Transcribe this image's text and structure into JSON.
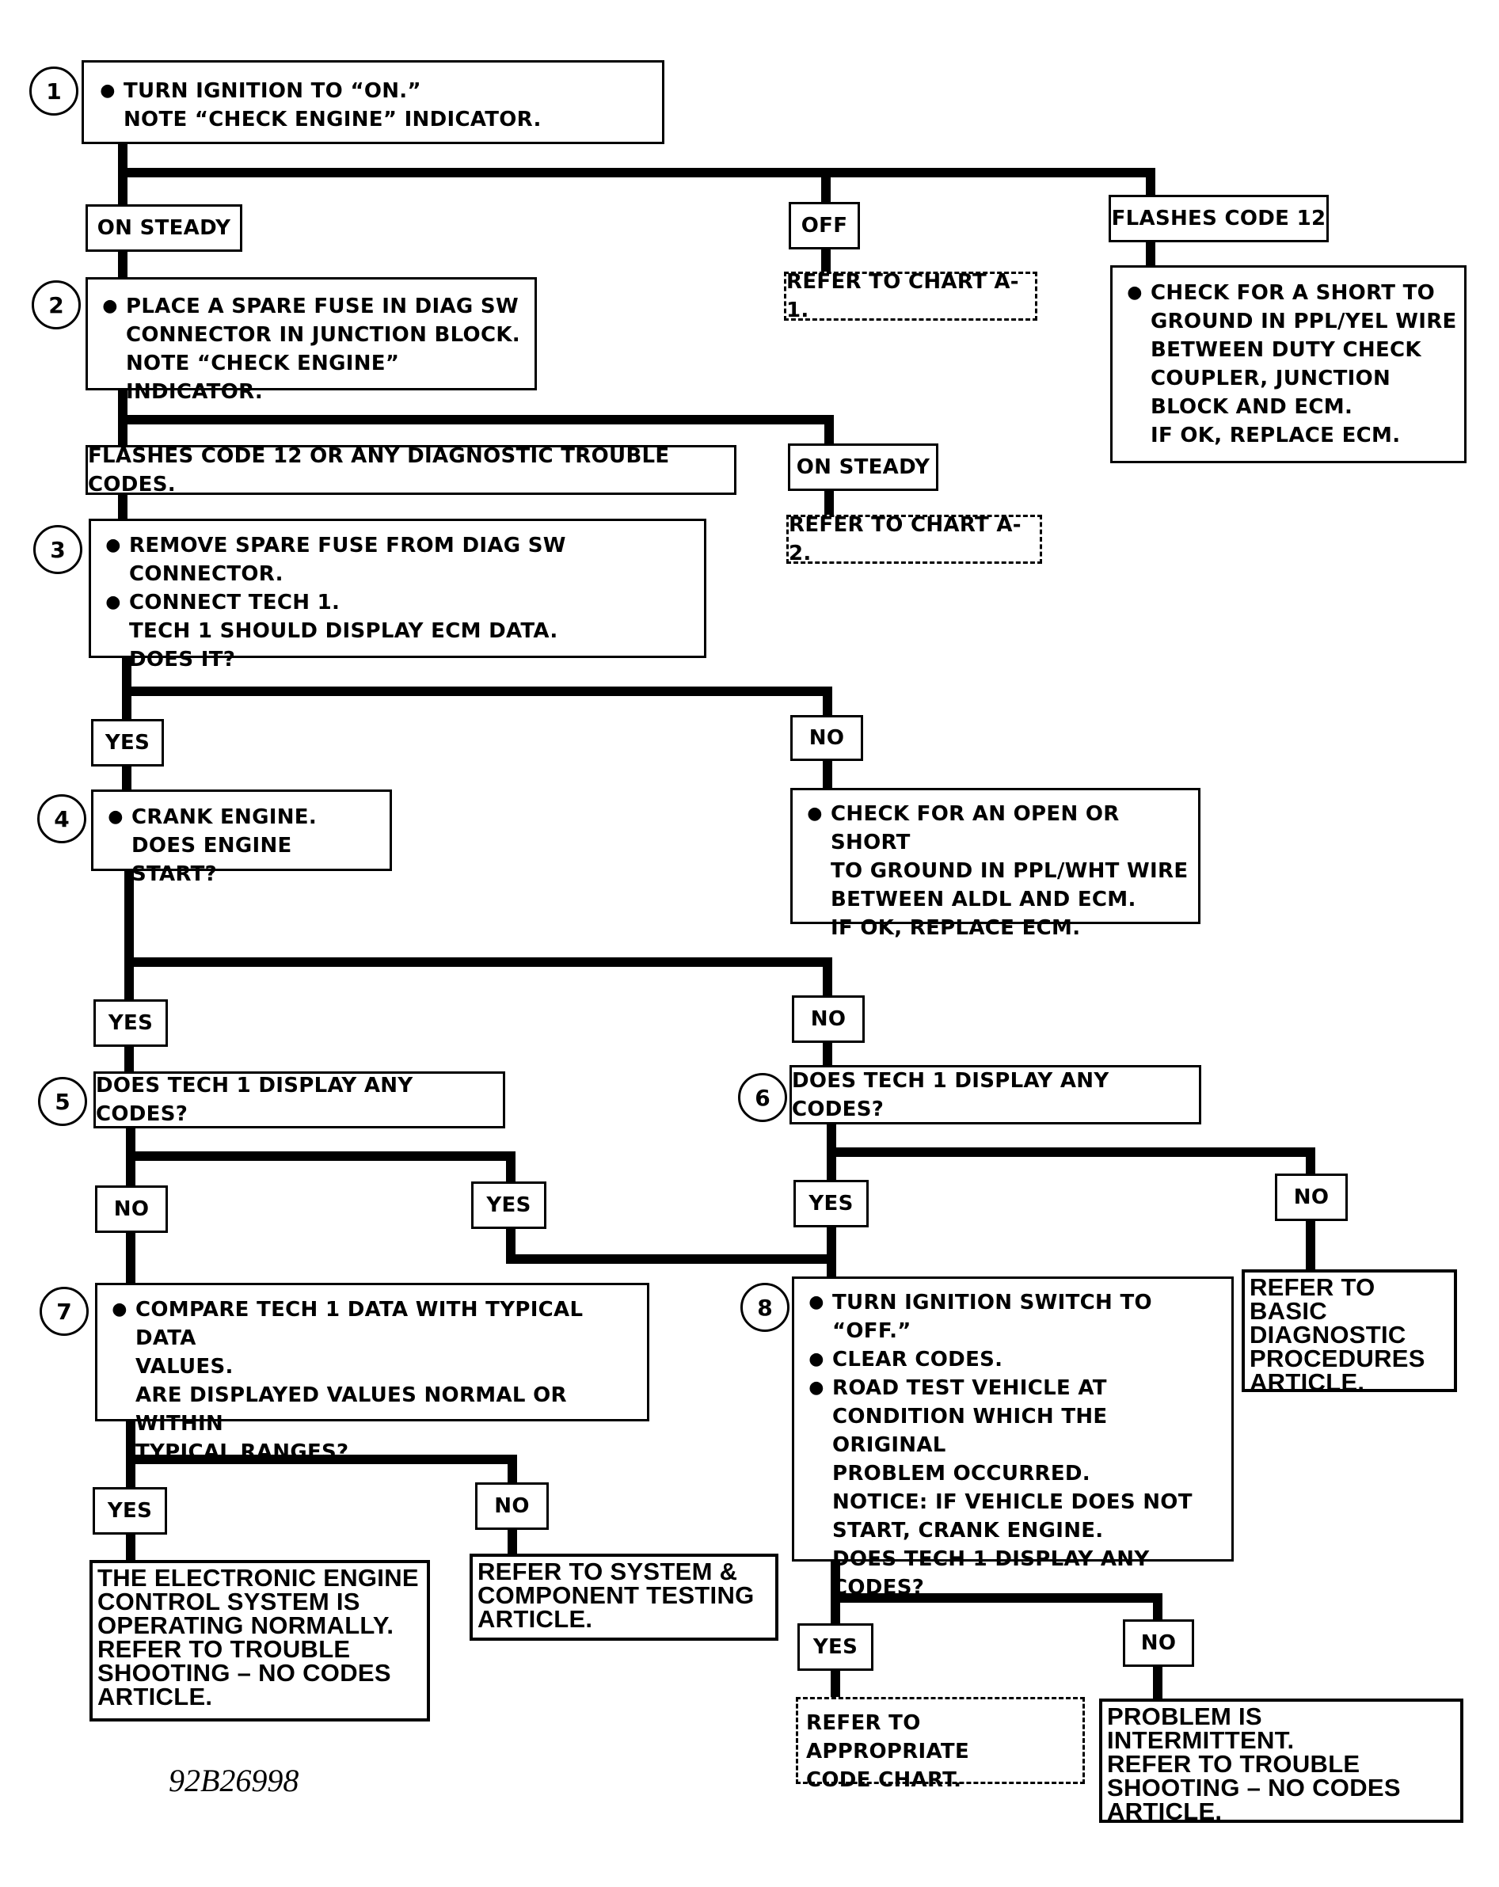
{
  "steps": {
    "s1": {
      "number": "1",
      "lines": [
        "TURN IGNITION TO “ON.”",
        "NOTE “CHECK ENGINE” INDICATOR."
      ]
    },
    "s2": {
      "number": "2",
      "lines": [
        "PLACE A SPARE FUSE IN DIAG SW",
        "CONNECTOR IN JUNCTION BLOCK.",
        "NOTE “CHECK ENGINE” INDICATOR."
      ]
    },
    "s3": {
      "number": "3",
      "items": [
        "REMOVE SPARE FUSE FROM DIAG SW CONNECTOR.",
        "CONNECT TECH 1."
      ],
      "lines": [
        "TECH 1 SHOULD DISPLAY ECM DATA.",
        "DOES IT?"
      ]
    },
    "s4": {
      "number": "4",
      "lines": [
        "CRANK ENGINE.",
        "DOES ENGINE START?"
      ]
    },
    "s5": {
      "number": "5",
      "text": "DOES TECH 1 DISPLAY ANY CODES?"
    },
    "s6": {
      "number": "6",
      "text": "DOES TECH 1 DISPLAY ANY CODES?"
    },
    "s7": {
      "number": "7",
      "lines": [
        "COMPARE TECH 1 DATA WITH TYPICAL DATA",
        "VALUES.",
        "ARE DISPLAYED VALUES NORMAL OR WITHIN",
        "TYPICAL RANGES?"
      ]
    },
    "s8": {
      "number": "8",
      "items": [
        "TURN IGNITION SWITCH TO “OFF.”",
        "CLEAR CODES.",
        "ROAD TEST VEHICLE AT"
      ],
      "lines": [
        "CONDITION WHICH THE ORIGINAL",
        "PROBLEM OCCURRED.",
        "NOTICE:  IF VEHICLE DOES NOT",
        "START, CRANK ENGINE.",
        "DOES TECH 1 DISPLAY ANY",
        "CODES?"
      ]
    }
  },
  "labels": {
    "s1_on_steady": "ON STEADY",
    "s1_off": "OFF",
    "s1_flashes": "FLASHES CODE 12",
    "s2_flashes": "FLASHES CODE 12 OR ANY DIAGNOSTIC TROUBLE CODES.",
    "s2_on_steady": "ON STEADY",
    "s3_yes": "YES",
    "s3_no": "NO",
    "s4_yes": "YES",
    "s4_no": "NO",
    "s5_no": "NO",
    "s5_yes": "YES",
    "s6_yes": "YES",
    "s6_no": "NO",
    "s7_yes": "YES",
    "s7_no": "NO",
    "s8_yes": "YES",
    "s8_no": "NO"
  },
  "results": {
    "chart_a1": "REFER TO CHART A-1.",
    "chart_a2": "REFER TO CHART A-2.",
    "short_ppl_yel": [
      "CHECK FOR A SHORT TO",
      "GROUND IN PPL/YEL WIRE",
      "BETWEEN DUTY CHECK",
      "COUPLER, JUNCTION",
      "BLOCK AND ECM.",
      "IF OK, REPLACE ECM."
    ],
    "open_ppl_wht": [
      "CHECK FOR AN OPEN OR SHORT",
      "TO GROUND IN PPL/WHT WIRE",
      "BETWEEN ALDL AND ECM.",
      "IF OK, REPLACE ECM."
    ],
    "operating_normally": [
      "THE ELECTRONIC ENGINE",
      "CONTROL SYSTEM IS",
      "OPERATING NORMALLY.",
      "REFER TO TROUBLE",
      "SHOOTING – NO CODES",
      "ARTICLE."
    ],
    "system_testing": [
      "REFER TO SYSTEM &",
      "COMPONENT TESTING",
      "ARTICLE."
    ],
    "basic_diagnostic": [
      "REFER TO BASIC",
      "DIAGNOSTIC",
      "PROCEDURES",
      "ARTICLE."
    ],
    "code_chart": [
      "REFER TO APPROPRIATE",
      "CODE CHART."
    ],
    "intermittent": [
      "PROBLEM IS INTERMITTENT.",
      "REFER TO TROUBLE",
      "SHOOTING – NO CODES",
      "ARTICLE."
    ]
  },
  "figure_id": "92B26998"
}
